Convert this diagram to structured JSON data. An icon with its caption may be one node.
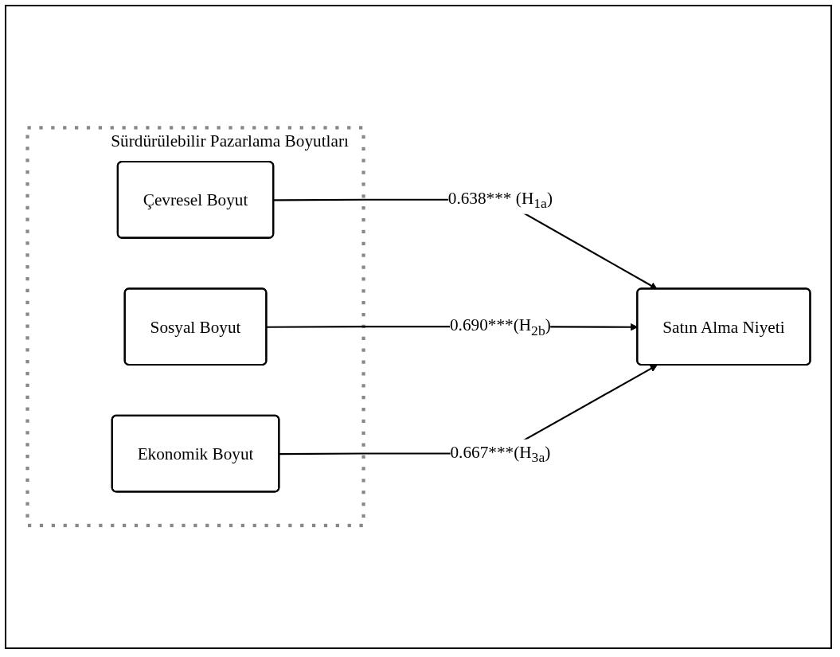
{
  "diagram": {
    "nodes": [
      {
        "text": [
          "Sürdürülebilir Pazarlama Boyutları"
        ]
      },
      {
        "text": [
          "Çevresel Boyut"
        ],
        "in": 0
      },
      {
        "text": [
          "Sosyal Boyut"
        ],
        "in": 0
      },
      {
        "text": [
          "Ekonomik Boyut"
        ],
        "in": 0
      },
      {
        "text": [
          "Satın Alma Niyeti"
        ]
      }
    ],
    "edges": [
      {
        "from": 1,
        "to": 4,
        "arrow": "to",
        "label": "0.638*** (H$_{1a}$)"
      },
      {
        "from": 2,
        "to": 4,
        "arrow": "to",
        "label": "0.690***(H$_{2b}$)"
      },
      {
        "from": 3,
        "to": 4,
        "arrow": "to",
        "label": "0.667***(H$_{3a}$)"
      }
    ]
  }
}
